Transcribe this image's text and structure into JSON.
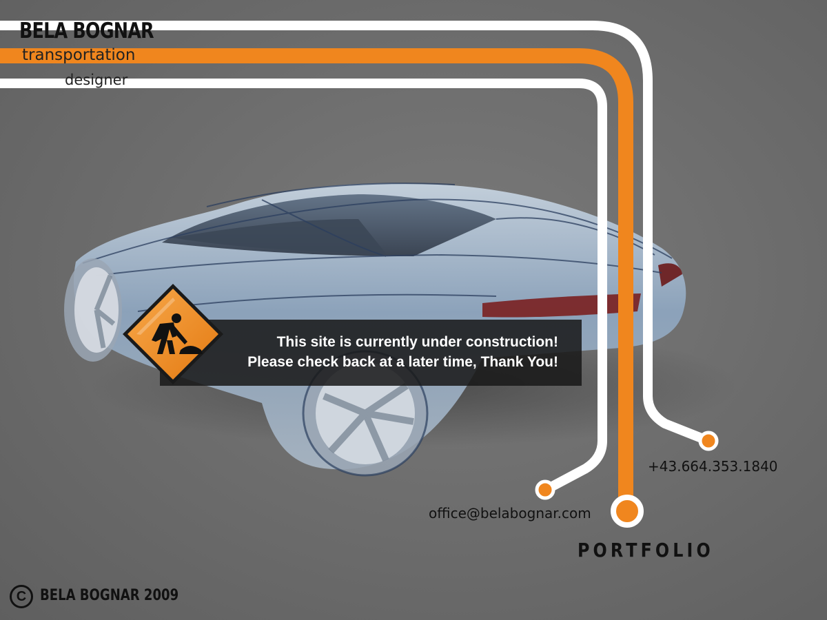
{
  "brand": {
    "name": "BELA BOGNAR",
    "role_line1": "transportation",
    "role_line2": "designer"
  },
  "notice": {
    "line1": "This site is currently under construction!",
    "line2": "Please check back at a later time, Thank You!",
    "sign_icon": "construction-worker-sign-icon"
  },
  "contact": {
    "phone": "+43.664.353.1840",
    "email": "office@belabognar.com",
    "portfolio_label": "PORTFOLIO"
  },
  "footer": {
    "copyright_symbol": "C",
    "copyright_text": "BELA BOGNAR 2009"
  },
  "colors": {
    "background": "#6d6d6d",
    "accent_orange": "#f0861e",
    "line_white": "#ffffff",
    "notice_bar": "#191919"
  }
}
